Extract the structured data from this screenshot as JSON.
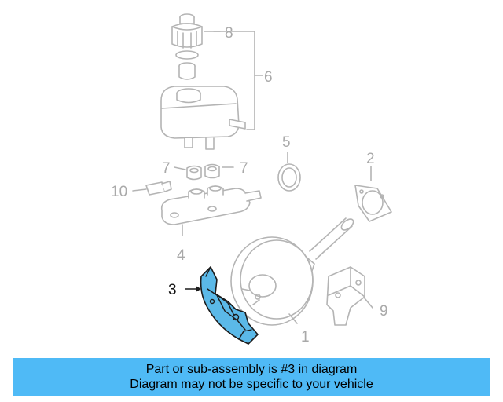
{
  "diagram": {
    "callouts": {
      "c1": "1",
      "c2": "2",
      "c3": "3",
      "c4": "4",
      "c5": "5",
      "c6": "6",
      "c7a": "7",
      "c7b": "7",
      "c8": "8",
      "c9": "9",
      "c10": "10"
    },
    "highlighted_part": "3",
    "colors": {
      "highlight": "#5bb9e8",
      "banner": "#4fbaf6",
      "part_stroke": "#b4b4b4"
    }
  },
  "banner": {
    "line1": "Part or sub-assembly is #3 in diagram",
    "line2": "Diagram may not be specific to your vehicle"
  }
}
